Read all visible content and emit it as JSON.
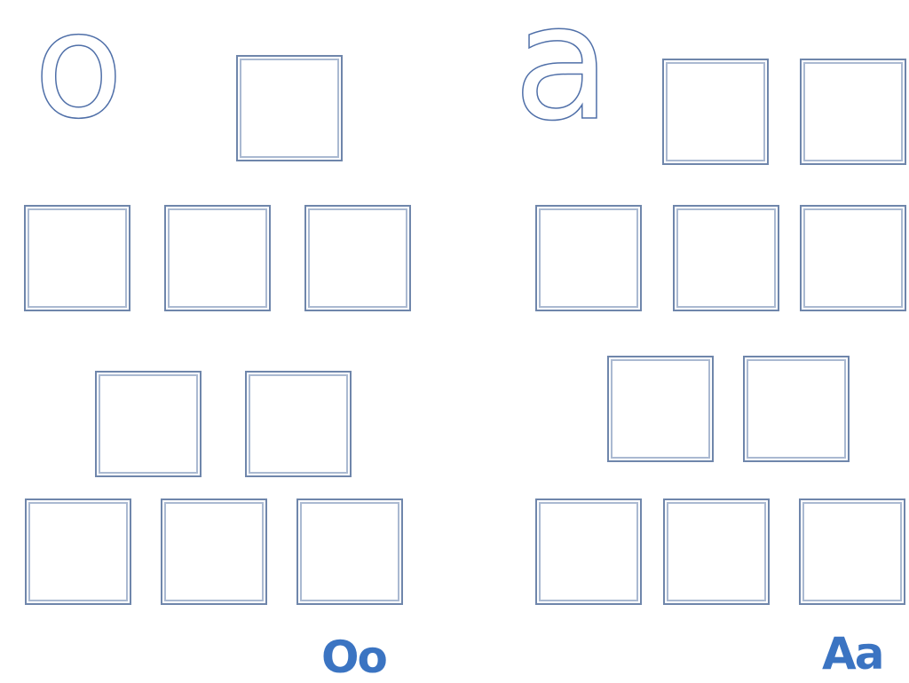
{
  "worksheet": {
    "left_letter": "o",
    "right_letter": "a",
    "left_caption": "Oo",
    "right_caption": "Aa",
    "accent_color": "#3b74c2",
    "box_border_color": "#6f86ab"
  }
}
